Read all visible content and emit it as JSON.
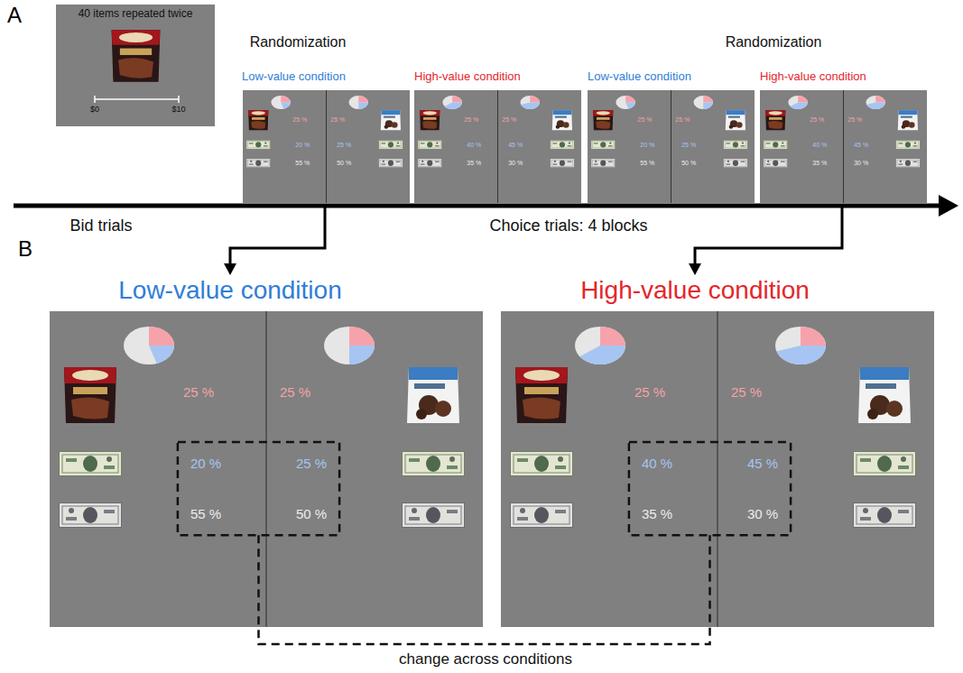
{
  "diagram": {
    "nodes": [
      {
        "text": [
          "40 items repeated twice",
          "$0",
          "$10"
        ]
      },
      {
        "text": [
          "25 %",
          "20 %",
          "55 %"
        ]
      },
      {
        "text": [
          "25 %",
          "25 %",
          "50 %"
        ]
      },
      {
        "text": [
          "25 %",
          "40 %",
          "35 %"
        ]
      },
      {
        "text": [
          "25 %",
          "45 %",
          "30 %"
        ]
      },
      {
        "text": [
          "25 %",
          "20 %",
          "55 %"
        ]
      },
      {
        "text": [
          "25 %",
          "25 %",
          "50 %"
        ]
      },
      {
        "text": [
          "25 %",
          "40 %",
          "35 %"
        ]
      },
      {
        "text": [
          "25 %",
          "45 %",
          "30 %"
        ]
      },
      {
        "text": [
          "Low-value condition"
        ]
      },
      {
        "text": [
          "25 %",
          "20 %",
          "55 %"
        ],
        "in": 9
      },
      {
        "text": [
          "25 %",
          "25 %",
          "50 %"
        ],
        "in": 9
      },
      {
        "text": [
          "High-value condition"
        ]
      },
      {
        "text": [
          "25 %",
          "40 %",
          "35 %"
        ],
        "in": 12
      },
      {
        "text": [
          "25 %",
          "45 %",
          "30 %"
        ],
        "in": 12
      }
    ],
    "labels": [
      "A",
      "Randomization",
      "Randomization",
      "Low-value condition",
      "High-value condition",
      "Low-value condition",
      "High-value condition",
      "Bid trials",
      "Choice trials: 4 blocks",
      "B",
      "change across conditions"
    ]
  }
}
